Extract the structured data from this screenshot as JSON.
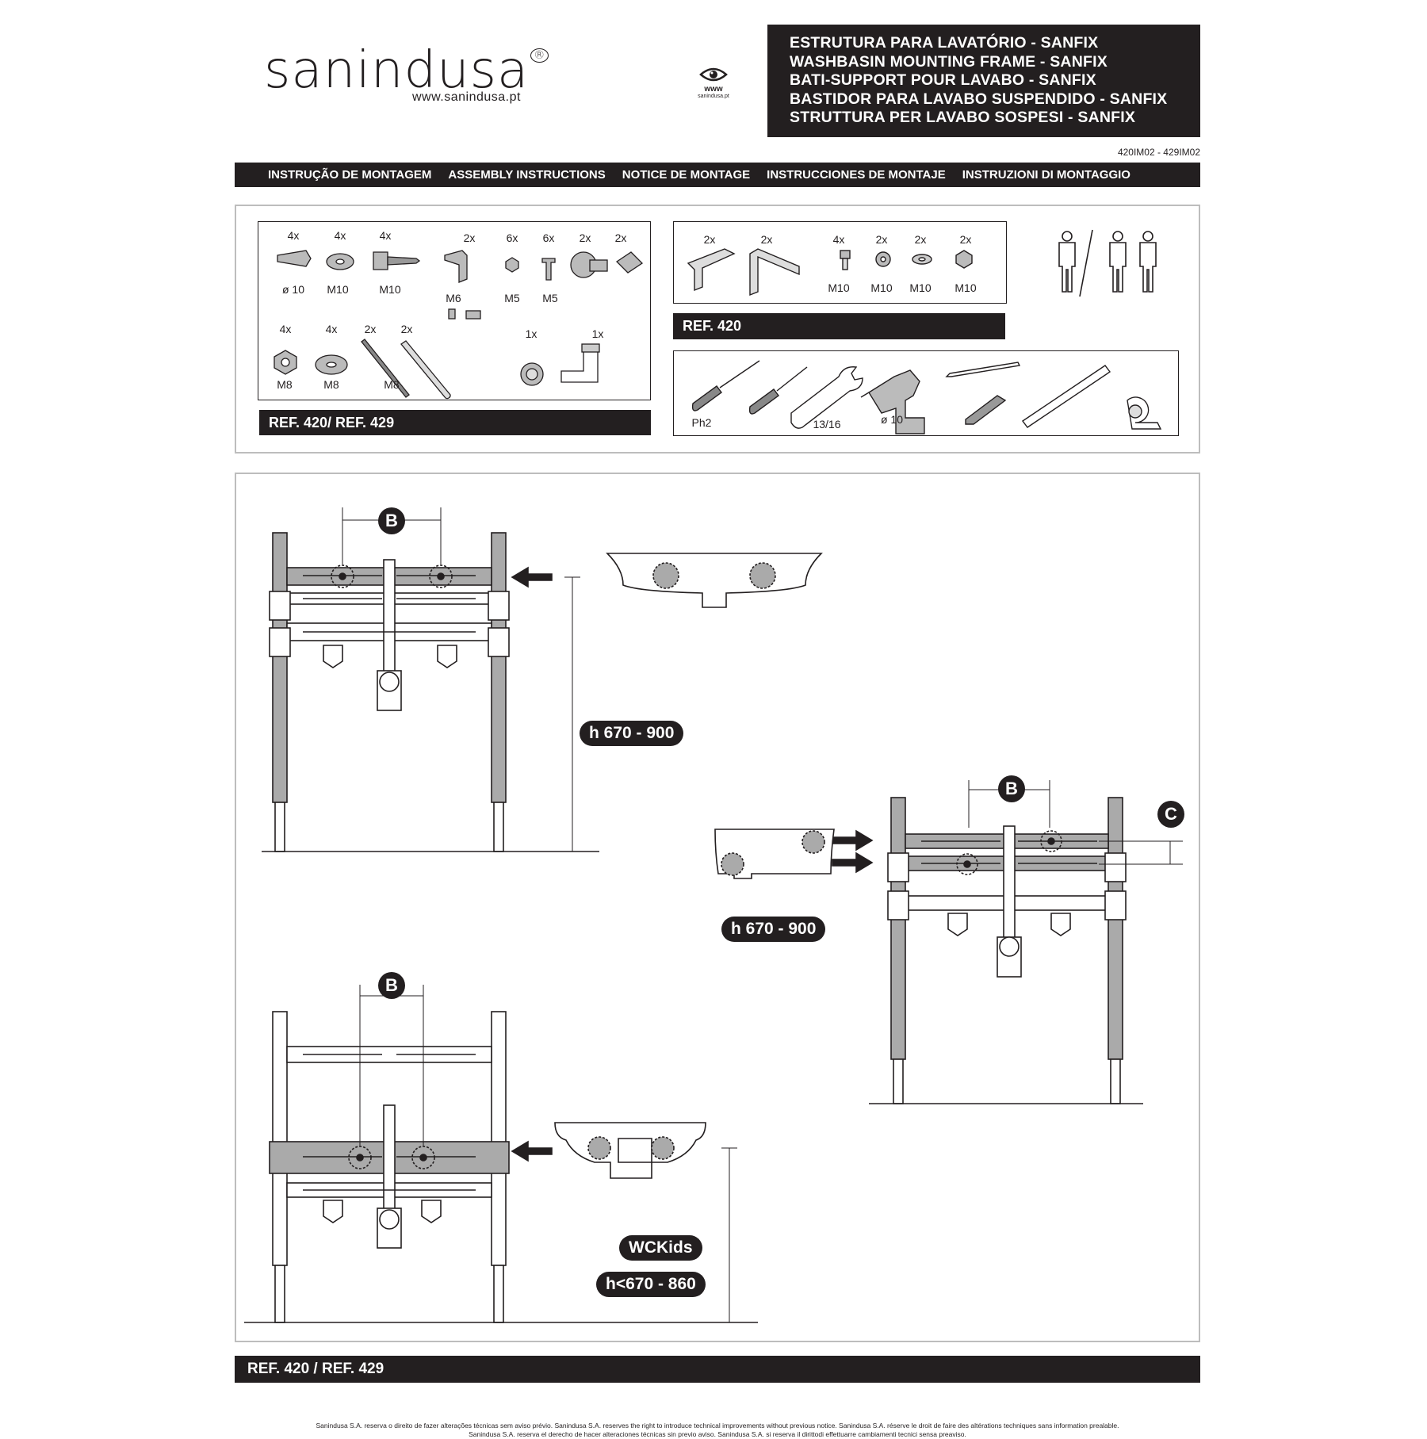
{
  "header": {
    "brand": "sanindusa",
    "brand_mark": "®",
    "url": "www.sanindusa.pt",
    "web_badge": "www",
    "web_badge_small": "sanindusa.pt",
    "titles": [
      "ESTRUTURA PARA LAVATÓRIO - SANFIX",
      "WASHBASIN MOUNTING FRAME - SANFIX",
      "BATI-SUPPORT POUR LAVABO - SANFIX",
      "BASTIDOR PARA LAVABO SUSPENDIDO - SANFIX",
      "STRUTTURA PER LAVABO SOSPESI - SANFIX"
    ],
    "code": "420IM02 - 429IM02"
  },
  "instructions_bar": [
    "INSTRUÇÃO DE MONTAGEM",
    "ASSEMBLY INSTRUCTIONS",
    "NOTICE DE MONTAGE",
    "INSTRUCCIONES DE MONTAJE",
    "INSTRUZIONI DI MONTAGGIO"
  ],
  "parts_common": {
    "ref": "REF. 420/ REF. 429",
    "qty_row1": [
      "4x",
      "4x",
      "4x",
      "2x",
      "6x",
      "6x",
      "2x",
      "2x"
    ],
    "size_row1": [
      "ø 10",
      "M10",
      "M10",
      "M6",
      "M5",
      "M5"
    ],
    "qty_row2": [
      "4x",
      "4x",
      "2x",
      "2x",
      "1x",
      "1x"
    ],
    "size_row2": [
      "M8",
      "M8",
      "M8"
    ]
  },
  "parts_420": {
    "ref": "REF. 420",
    "qty": [
      "2x",
      "2x",
      "4x",
      "2x",
      "2x",
      "2x"
    ],
    "sizes": [
      "M10",
      "M10",
      "M10",
      "M10"
    ]
  },
  "tools": {
    "labels": [
      "Ph2",
      "13/16",
      "ø 10"
    ]
  },
  "diagrams": {
    "dimension_b": "B",
    "dimension_c": "C",
    "height_1": "h 670 - 900",
    "height_2": "h 670 - 900",
    "kids_label": "WCKids",
    "height_kids": "h<670 - 860"
  },
  "bottom_ref": "REF. 420 / REF. 429",
  "footer": {
    "line1": "Sanindusa S.A. reserva o direito de fazer alterações técnicas sem aviso prévio.     Sanindusa S.A. reserves the right to introduce technical improvements without previous notice.     Sanindusa S.A. réserve le droit de faire des altérations techniques sans information prealable.",
    "line2": "Sanindusa S.A. reserva el derecho de hacer alteraciones técnicas sin previo aviso.     Sanindusa S.A. si reserva il dirittodi effettuarre cambiamenti tecnici sensa preaviso."
  }
}
